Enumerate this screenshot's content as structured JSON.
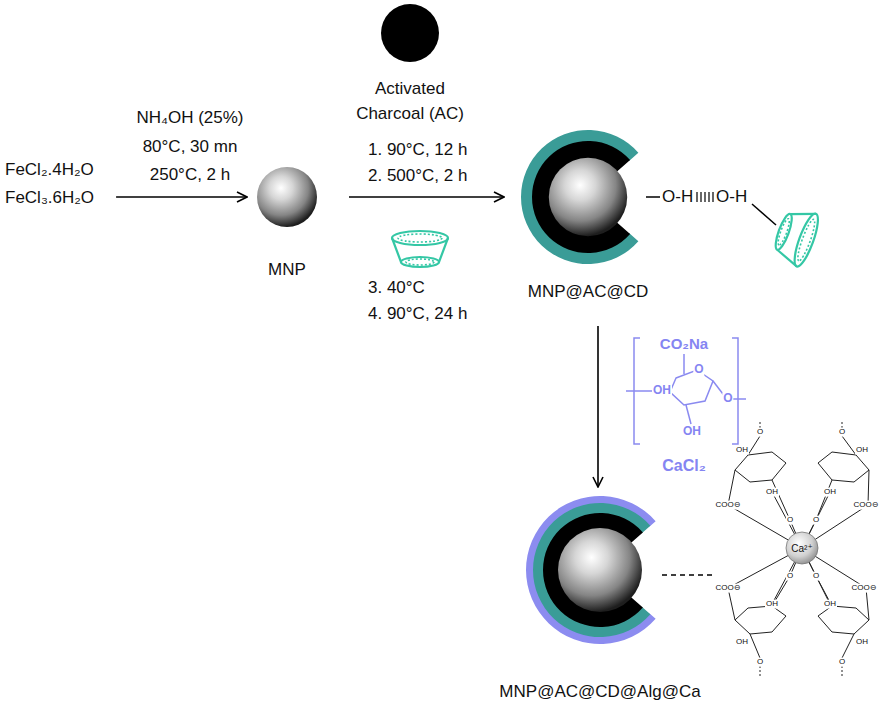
{
  "diagram": {
    "nodes": [
      {
        "text": [
          "FeCl₂.4H₂O",
          "FeCl₃.6H₂O"
        ]
      },
      {
        "text": [
          "MNP"
        ]
      },
      {
        "text": [
          "Activated Charcoal (AC)"
        ]
      },
      {
        "text": [
          "MNP@AC@CD"
        ]
      },
      {
        "text": [
          "MNP@AC@CD@Alg@Ca"
        ]
      }
    ],
    "edges": [
      {
        "from": 0,
        "to": 1,
        "arrow": "to"
      },
      {
        "from": 1,
        "to": 3,
        "arrow": "to"
      },
      {
        "from": 3,
        "to": 4,
        "arrow": "to"
      }
    ],
    "labels": [
      "NH₄OH (25%)",
      "80°C, 30 mn",
      "250°C, 2 h",
      "1. 90°C, 12 h",
      "2. 500°C, 2 h",
      "3. 40°C",
      "4. 90°C, 24 h",
      "O-H",
      "O-H",
      "CO₂Na",
      "O",
      "OH",
      "O",
      "OH",
      "CaCl₂",
      "Ca²⁺",
      "COO⊖",
      "COO⊖",
      "COO⊖",
      "COO⊖",
      "OH",
      "OH",
      "OH",
      "OH",
      "OH",
      "OH",
      "OH",
      "OH",
      "O",
      "O",
      "O",
      "O",
      "O",
      "O",
      "O",
      "O"
    ]
  }
}
